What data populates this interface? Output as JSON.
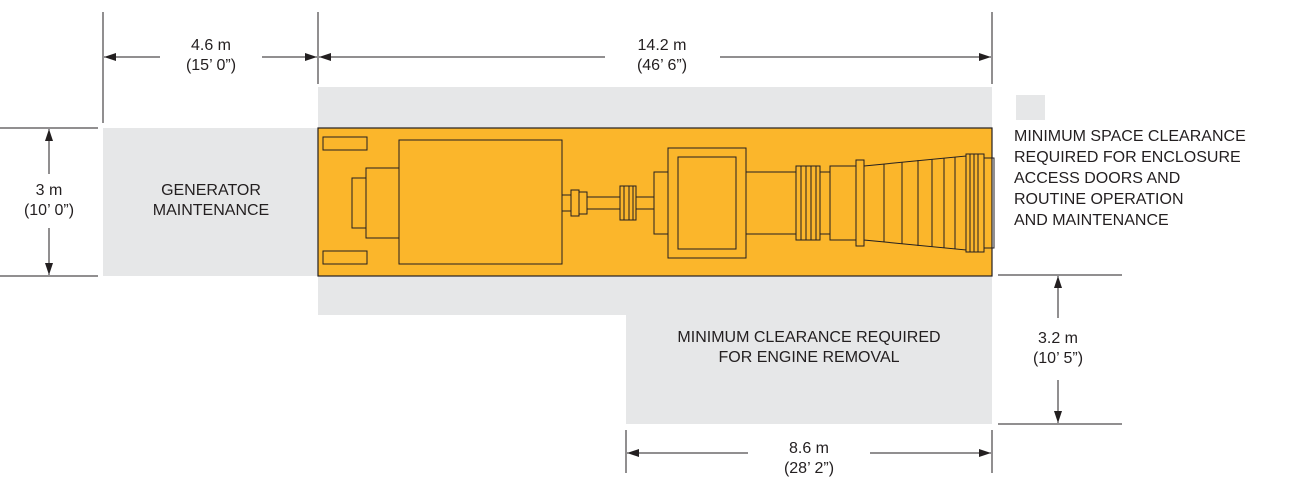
{
  "colors": {
    "clearance": "#e6e7e8",
    "enclosure": "#fbb62b",
    "line": "#231f20"
  },
  "dimensions": {
    "gen_length_m": "4.6 m",
    "gen_length_ft": "(15’ 0”)",
    "total_length_m": "14.2 m",
    "total_length_ft": "(46’ 6”)",
    "width_m": "3 m",
    "width_ft": "(10’ 0”)",
    "engine_removal_width_m": "3.2 m",
    "engine_removal_width_ft": "(10’ 5”)",
    "engine_removal_length_m": "8.6 m",
    "engine_removal_length_ft": "(28’ 2”)"
  },
  "areas": {
    "generator_maintenance": [
      "GENERATOR",
      "MAINTENANCE"
    ],
    "engine_removal": [
      "MINIMUM CLEARANCE REQUIRED",
      "FOR ENGINE REMOVAL"
    ]
  },
  "legend": {
    "swatch_color": "#e6e7e8",
    "lines": [
      "MINIMUM SPACE CLEARANCE",
      "REQUIRED FOR ENCLOSURE",
      "ACCESS DOORS AND",
      "ROUTINE OPERATION",
      "AND MAINTENANCE"
    ]
  }
}
